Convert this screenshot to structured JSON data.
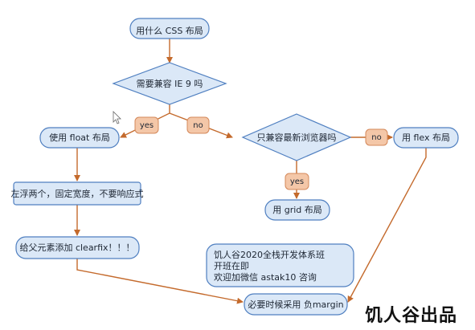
{
  "nodes": {
    "start": "用什么 CSS 布局",
    "ie9_question": "需要兼容 IE 9 吗",
    "use_float": "使用 float 布局",
    "modern_question": "只兼容最新浏览器吗",
    "use_flex": "用 flex 布局",
    "use_grid": "用 grid 布局",
    "fixed_width": "左浮两个，固定宽度，不要响应式",
    "clearfix": "给父元素添加 clearfix！！！",
    "negative_margin": "必要时候采用 负margin"
  },
  "edge_labels": {
    "ie9_yes": "yes",
    "ie9_no": "no",
    "modern_no": "no",
    "modern_yes": "yes"
  },
  "info_box": {
    "line1": "饥人谷2020全栈开发体系班",
    "line2": "开班在即",
    "line3": "欢迎加微信 astak10 咨询"
  },
  "watermark": "饥人谷出品",
  "colors": {
    "node_fill": "#dbe8f7",
    "node_border": "#4f7fc0",
    "label_fill": "#f4c7a8",
    "label_border": "#d4885a",
    "arrow": "#c46a2c"
  }
}
